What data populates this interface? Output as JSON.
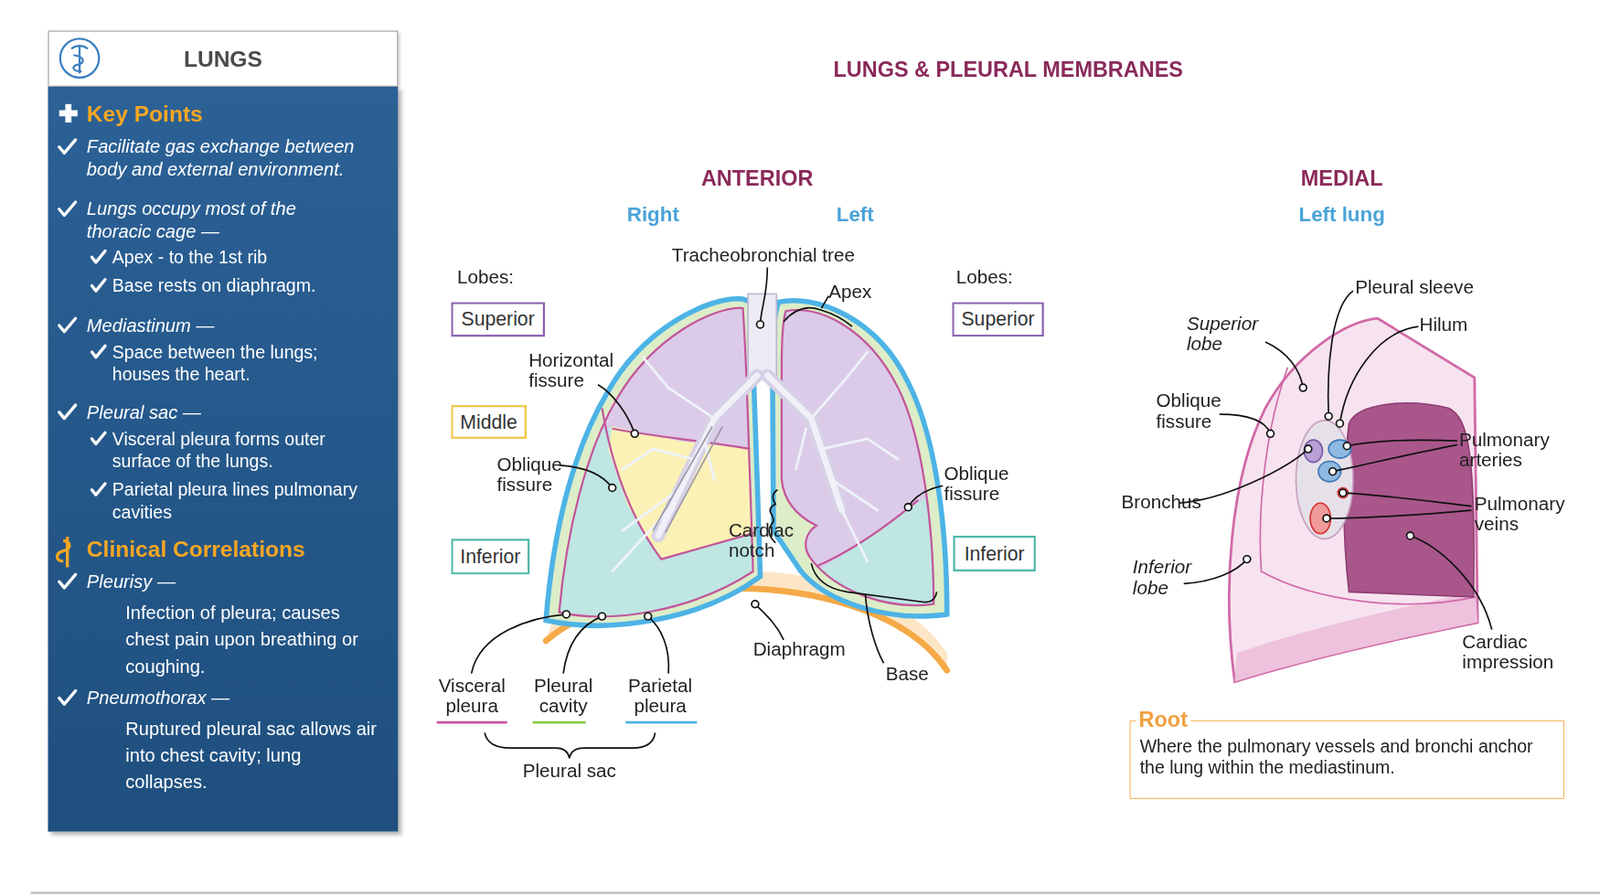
{
  "diagram": {
    "title": "LUNGS & PLEURAL MEMBRANES",
    "nodes": [
      {
        "text": [
          "LUNGS"
        ]
      },
      {
        "text": [
          "Key Points",
          "Facilitate gas exchange between body and external environment.",
          "Lungs occupy most of the thoracic cage —",
          "Apex - to the 1st rib",
          "Base rests on diaphragm.",
          "Mediastinum —",
          "Space between the lungs; houses the heart.",
          "Pleural sac —",
          "Visceral pleura forms outer surface of the lungs.",
          "Parietal pleura lines pulmonary cavities",
          "Clinical Correlations",
          "Pleurisy —",
          "Infection of pleura; causes chest pain upon breathing or coughing.",
          "Pneumothorax —",
          "Ruptured pleural sac allows air into chest cavity; lung collapses."
        ]
      },
      {
        "text": [
          "Superior"
        ]
      },
      {
        "text": [
          "Middle"
        ]
      },
      {
        "text": [
          "Inferior"
        ]
      },
      {
        "text": [
          "Superior"
        ]
      },
      {
        "text": [
          "Inferior"
        ]
      },
      {
        "text": [
          "Root",
          "Where the pulmonary vessels and bronchi anchor the lung within the mediastinum."
        ]
      }
    ],
    "labels": [
      "ANTERIOR",
      "Right",
      "Left",
      "Tracheobronchial tree",
      "Lobes:",
      "Apex",
      "Lobes:",
      "Horizontal fissure",
      "Oblique fissure",
      "Cardiac notch",
      "Oblique fissure",
      "Diaphragm",
      "Base",
      "Visceral pleura",
      "Pleural cavity",
      "Parietal pleura",
      "Pleural sac",
      "MEDIAL",
      "Left lung",
      "Pleural sleeve",
      "Hilum",
      "Superior lobe",
      "Oblique fissure",
      "Pulmonary arteries",
      "Bronchus",
      "Pulmonary veins",
      "Inferior lobe",
      "Cardiac impression"
    ]
  }
}
